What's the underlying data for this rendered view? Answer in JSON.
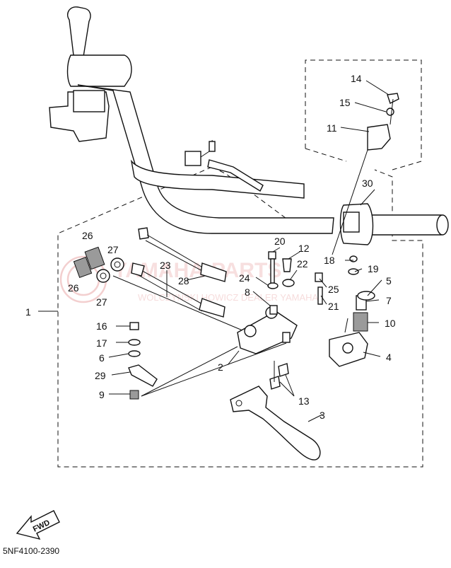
{
  "diagram": {
    "part_labels": [
      "1",
      "2",
      "3",
      "4",
      "5",
      "6",
      "7",
      "8",
      "9",
      "10",
      "11",
      "12",
      "13",
      "14",
      "15",
      "16",
      "17",
      "18",
      "19",
      "20",
      "21",
      "22",
      "23",
      "24",
      "25",
      "26",
      "26",
      "27",
      "27",
      "28",
      "29",
      "30"
    ],
    "fwd_label": "FWD",
    "drawing_code": "5NF4100-2390",
    "watermark": {
      "text": "YAMAHA-PARTS",
      "subtext": "WOLCZYNSKI HOWICZ DEALER YAMAHA"
    }
  }
}
